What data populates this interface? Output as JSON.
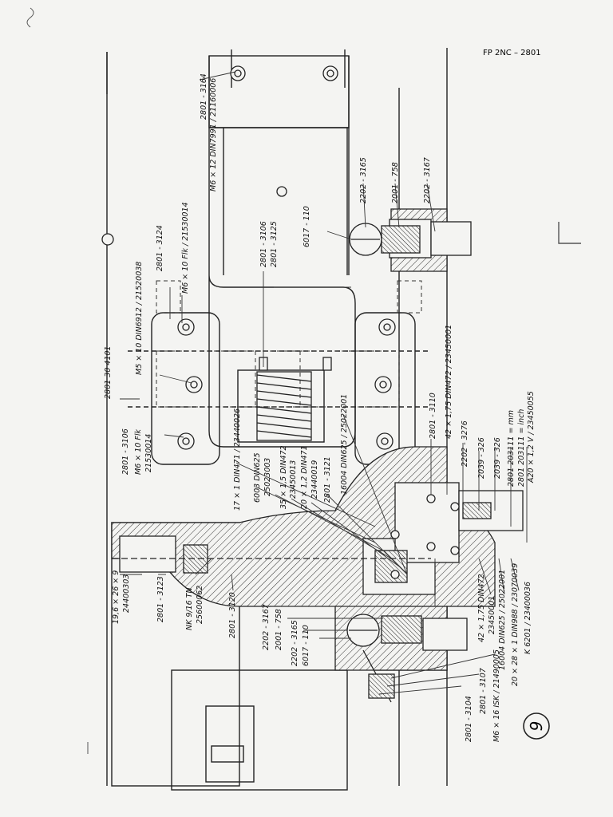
{
  "header": {
    "drawing_id": "FP 2NC – 2801"
  },
  "page": {
    "number": "9"
  },
  "labels": {
    "l2801_3164": "2801 - 3164",
    "m6_12_din7991": "M6 × 12 DIN7991 / 21160006",
    "l2202_3165_top": "2202 - 3165",
    "l2001_758_top": "2001 - 758",
    "l2202_3167_top": "2202 - 3167",
    "l6017_110_top": "6017 - 110",
    "l2801_3106_top": "2801 - 3106",
    "l2801_3125": "2801 - 3125",
    "l2801_3124": "2801 - 3124",
    "m6_10_flk_top": "M6 × 10 Flk / 21530014",
    "m5_10_din6912": "M5 × 10 DIN6912 / 21520038",
    "l2801_30_4101": "2801 30 4101",
    "l2801_3106_left": "2801 - 3106",
    "m6_10_flk_left1": "M6 × 10 Flk",
    "m6_10_flk_left2": "21530014",
    "l17_din471": "17 × 1 DIN471 / 23440026",
    "l6003_din625_1": "6003 DIN625",
    "l6003_din625_2": "25023003",
    "l35_din472_1": "35 × 1,5 DIN472",
    "l35_din472_2": "23450013",
    "l20_din471_1": "20 × 1,2 DIN471",
    "l20_din471_2": "23440019",
    "l2801_3121": "2801 - 3121",
    "l16004_din625_top": "16004 DIN625 / 25022001",
    "l2801_3110": "2801 - 3110",
    "l42_din472_top": "42 × 1,75 DIN472 / 23450001",
    "l2202_3276": "2202 - 3276",
    "l2039_326a": "2039 - 326",
    "l2039_326b": "2039 - 326",
    "l2801_203111_mm": "2801 203111 = mm",
    "l2801_203111_inch": "2801 203111 = inch",
    "a20_din": "A20 × 1,2 V / 23450055",
    "l19_6": "19,6 × 26 × 9",
    "l24400303": "24400303",
    "l2801_3123": "2801 - 3123",
    "nk9_16tn": "NK 9/16 TN",
    "l25600062": "25600062",
    "l2801_3120": "2801 - 3120",
    "l2202_3167_bot": "2202 - 3167",
    "l2001_758_bot": "2001 - 758",
    "l2202_3165_bot": "2202 - 3165",
    "l6017_110_bot": "6017 - 110",
    "l42_din472_bot1": "42 × 1,75 DIN472",
    "l42_din472_bot2": "23450001",
    "l16004_din625_bot": "16004 DIN625 / 25022001",
    "l20_28_din988": "20 × 28 × 1 DIN988 / 23070039",
    "k6201": "K 6201 / 23400036",
    "l2801_3104": "2801 - 3104",
    "l2801_3107": "2801 - 3107",
    "m6_16_isk": "M6 × 16 ISK / 21490005"
  }
}
